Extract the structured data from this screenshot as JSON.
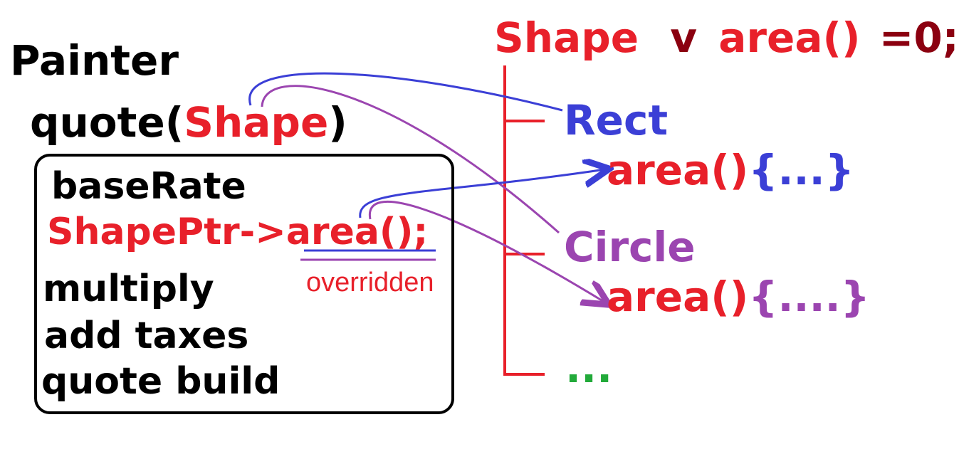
{
  "colors": {
    "black": "#000000",
    "red": "#e8202a",
    "darkred": "#8b0010",
    "blue": "#3b3fd6",
    "purple": "#9b45b0",
    "green": "#22aa3a"
  },
  "left": {
    "painter": "Painter",
    "quote_prefix": "quote(",
    "quote_param": "Shape",
    "quote_suffix": ")",
    "box": {
      "line1": "baseRate",
      "call_prefix": "ShapePtr->",
      "call_method": "area()",
      "call_suffix": ";",
      "note": "overridden",
      "line3": "multiply",
      "line4": "add taxes",
      "line5": "quote build"
    }
  },
  "right": {
    "base_name": "Shape",
    "virtual_mark": "v",
    "base_method": "area()",
    "pure_suffix": "=0;",
    "rect_name": "Rect",
    "rect_method": "area()",
    "rect_body": "{...}",
    "circle_name": "Circle",
    "circle_method": "area()",
    "circle_body": "{....}",
    "more": "..."
  }
}
